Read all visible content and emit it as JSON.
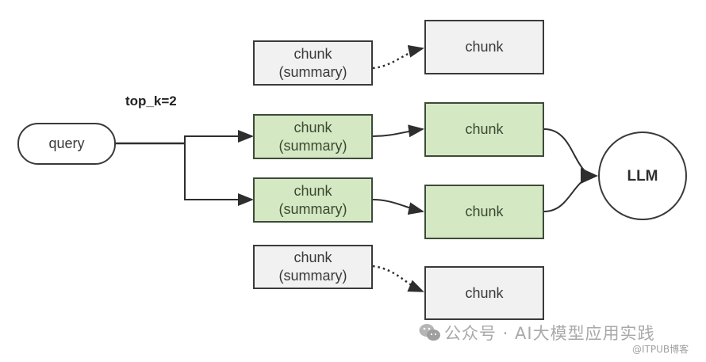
{
  "diagram": {
    "query_label": "query",
    "topk_label": "top_k=2",
    "summary_line1": "chunk",
    "summary_line2": "(summary)",
    "rows": [
      {
        "summary": {
          "line1": "chunk",
          "line2": "(summary)"
        },
        "chunk": "chunk",
        "selected": false,
        "link_style": "dotted"
      },
      {
        "summary": {
          "line1": "chunk",
          "line2": "(summary)"
        },
        "chunk": "chunk",
        "selected": true,
        "link_style": "solid"
      },
      {
        "summary": {
          "line1": "chunk",
          "line2": "(summary)"
        },
        "chunk": "chunk",
        "selected": true,
        "link_style": "solid"
      },
      {
        "summary": {
          "line1": "chunk",
          "line2": "(summary)"
        },
        "chunk": "chunk",
        "selected": false,
        "link_style": "dotted"
      }
    ],
    "llm_label": "LLM",
    "colors": {
      "selected_fill": "#d5e8c4",
      "unselected_fill": "#f1f1f1",
      "stroke": "#3a3a3a"
    }
  },
  "watermark": {
    "icon": "wechat-icon",
    "text": "公众号 · AI大模型应用实践",
    "source": "@ITPUB博客"
  }
}
